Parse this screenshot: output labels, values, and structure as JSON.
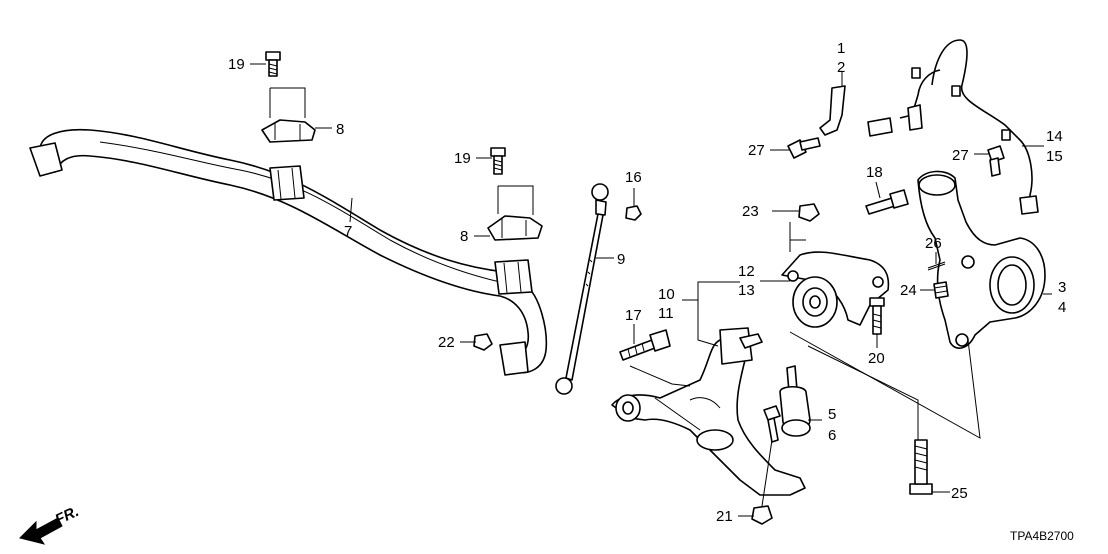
{
  "diagram_code": "TPA4B2700",
  "direction_label": "FR.",
  "callouts": [
    {
      "id": "c1",
      "text": "1"
    },
    {
      "id": "c2",
      "text": "2"
    },
    {
      "id": "c3",
      "text": "3"
    },
    {
      "id": "c4",
      "text": "4"
    },
    {
      "id": "c5",
      "text": "5"
    },
    {
      "id": "c6",
      "text": "6"
    },
    {
      "id": "c7",
      "text": "7"
    },
    {
      "id": "c8a",
      "text": "8"
    },
    {
      "id": "c8b",
      "text": "8"
    },
    {
      "id": "c9",
      "text": "9"
    },
    {
      "id": "c10",
      "text": "10"
    },
    {
      "id": "c11",
      "text": "11"
    },
    {
      "id": "c12",
      "text": "12"
    },
    {
      "id": "c13",
      "text": "13"
    },
    {
      "id": "c14",
      "text": "14"
    },
    {
      "id": "c15",
      "text": "15"
    },
    {
      "id": "c16",
      "text": "16"
    },
    {
      "id": "c17",
      "text": "17"
    },
    {
      "id": "c18",
      "text": "18"
    },
    {
      "id": "c19a",
      "text": "19"
    },
    {
      "id": "c19b",
      "text": "19"
    },
    {
      "id": "c20",
      "text": "20"
    },
    {
      "id": "c21",
      "text": "21"
    },
    {
      "id": "c22",
      "text": "22"
    },
    {
      "id": "c23",
      "text": "23"
    },
    {
      "id": "c24",
      "text": "24"
    },
    {
      "id": "c25",
      "text": "25"
    },
    {
      "id": "c26",
      "text": "26"
    },
    {
      "id": "c27a",
      "text": "27"
    },
    {
      "id": "c27b",
      "text": "27"
    }
  ]
}
